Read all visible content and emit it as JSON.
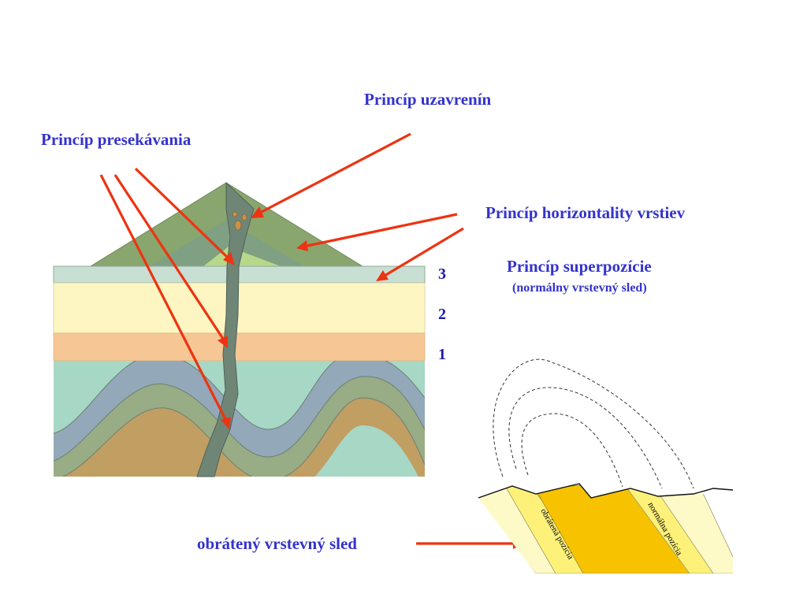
{
  "labels": {
    "uzavrenin": "Princíp uzavrenín",
    "presekavania": "Princíp presekávania",
    "horizontality": "Princíp horizontality vrstiev",
    "superpozicie": "Princíp superpozície",
    "superpozicie_sub": "(normálny vrstevný sled)",
    "obrateny": "obrátený vrstevný sled",
    "obratena_pozicia": "obrátená pozícia",
    "normalna_pozicia": "normálna pozícia"
  },
  "layer_numbers": [
    "3",
    "2",
    "1"
  ],
  "colors": {
    "arrow": "#ee3311",
    "label": "#3333cc",
    "layer3": "#c8dfd4",
    "layer2": "#fdf6c3",
    "layer1": "#f6c795",
    "dike": "#6f8576",
    "fold_dark": "#7c9f86",
    "fold_light": "#b7d88b",
    "base": "#a7d7c5",
    "band_blue": "#93a8b8",
    "band_green": "#98ac85",
    "band_brown": "#c19e62",
    "overturned_yellow": "#f7c200",
    "overturned_pale": "#fdfac8",
    "overturned_light": "#fdf17a"
  }
}
